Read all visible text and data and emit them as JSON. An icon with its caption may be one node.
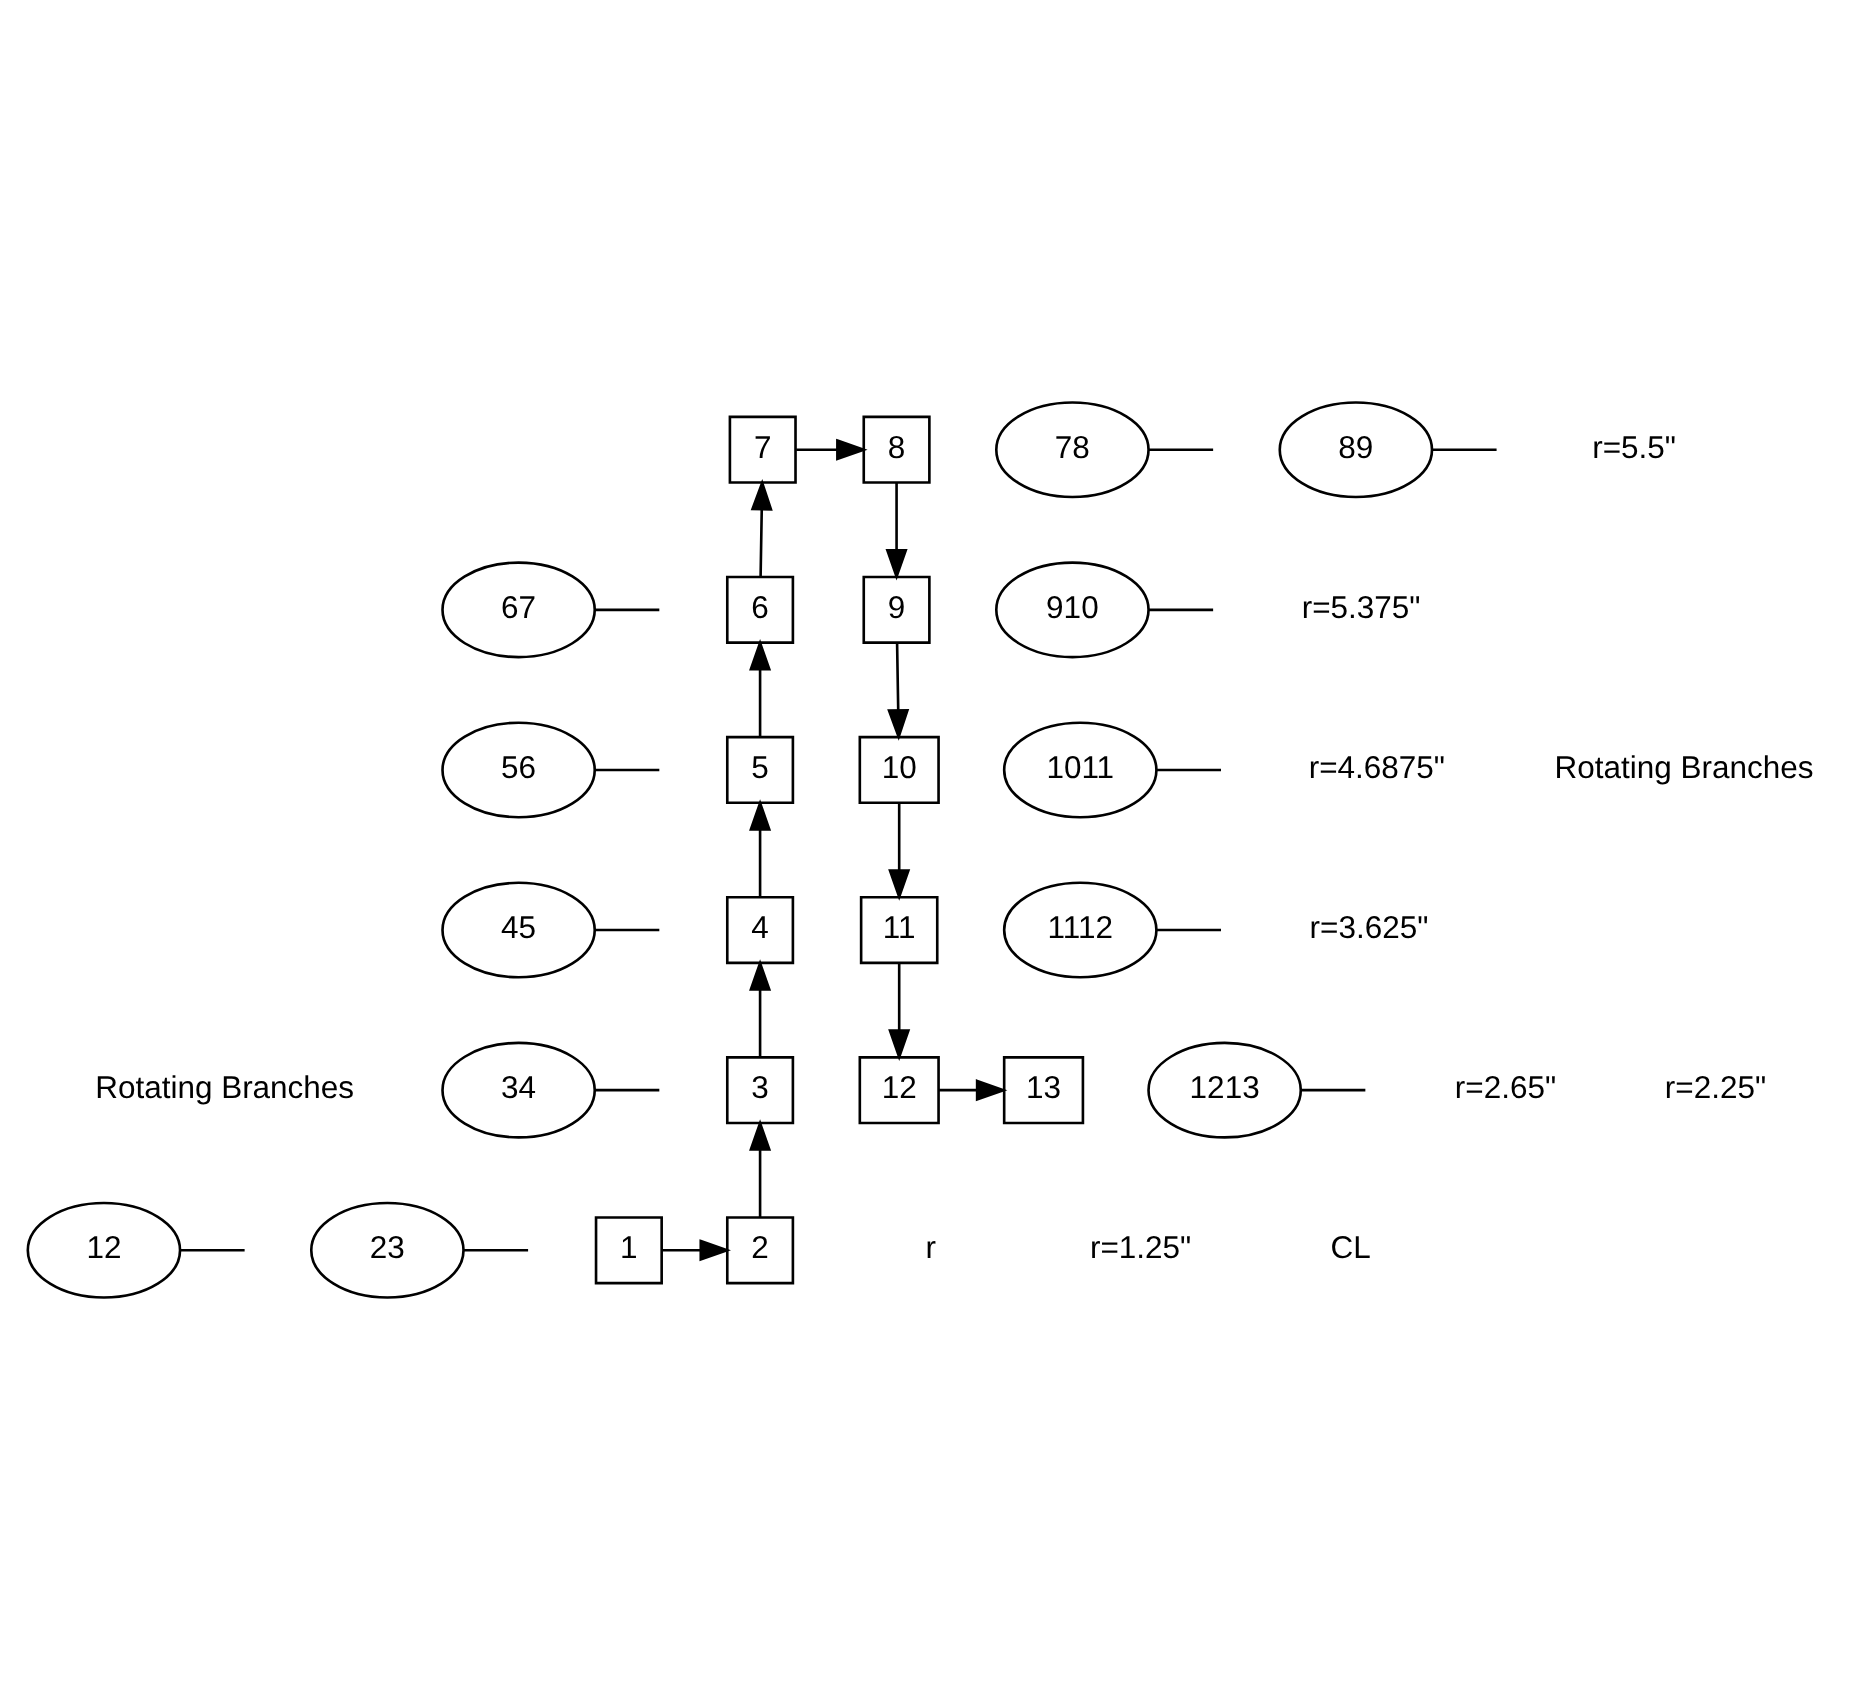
{
  "diagram": {
    "nodes": [
      {
        "text": [
          "1"
        ]
      },
      {
        "text": [
          "2"
        ]
      },
      {
        "text": [
          "3"
        ]
      },
      {
        "text": [
          "4"
        ]
      },
      {
        "text": [
          "5"
        ]
      },
      {
        "text": [
          "6"
        ]
      },
      {
        "text": [
          "7"
        ]
      },
      {
        "text": [
          "8"
        ]
      },
      {
        "text": [
          "9"
        ]
      },
      {
        "text": [
          "10"
        ]
      },
      {
        "text": [
          "11"
        ]
      },
      {
        "text": [
          "12"
        ]
      },
      {
        "text": [
          "13"
        ]
      },
      {
        "text": [
          "12"
        ]
      },
      {
        "text": [
          "23"
        ]
      },
      {
        "text": [
          "34"
        ]
      },
      {
        "text": [
          "45"
        ]
      },
      {
        "text": [
          "56"
        ]
      },
      {
        "text": [
          "67"
        ]
      },
      {
        "text": [
          "78"
        ]
      },
      {
        "text": [
          "89"
        ]
      },
      {
        "text": [
          "910"
        ]
      },
      {
        "text": [
          "1011"
        ]
      },
      {
        "text": [
          "1112"
        ]
      },
      {
        "text": [
          "1213"
        ]
      }
    ],
    "edges": [
      {
        "from": 0,
        "to": 1,
        "arrow": "to"
      },
      {
        "from": 1,
        "to": 2,
        "arrow": "to"
      },
      {
        "from": 2,
        "to": 3,
        "arrow": "to"
      },
      {
        "from": 3,
        "to": 4,
        "arrow": "to"
      },
      {
        "from": 4,
        "to": 5,
        "arrow": "to"
      },
      {
        "from": 5,
        "to": 6,
        "arrow": "to"
      },
      {
        "from": 6,
        "to": 7,
        "arrow": "to"
      },
      {
        "from": 7,
        "to": 8,
        "arrow": "to"
      },
      {
        "from": 8,
        "to": 9,
        "arrow": "to"
      },
      {
        "from": 9,
        "to": 10,
        "arrow": "to"
      },
      {
        "from": 10,
        "to": 11,
        "arrow": "to"
      },
      {
        "from": 11,
        "to": 12,
        "arrow": "to"
      },
      {
        "from": 13,
        "to": null,
        "arrow": "none"
      },
      {
        "from": 14,
        "to": null,
        "arrow": "none"
      },
      {
        "from": 15,
        "to": null,
        "arrow": "none"
      },
      {
        "from": 16,
        "to": null,
        "arrow": "none"
      },
      {
        "from": 17,
        "to": null,
        "arrow": "none"
      },
      {
        "from": 18,
        "to": null,
        "arrow": "none"
      },
      {
        "from": 19,
        "to": null,
        "arrow": "none"
      },
      {
        "from": 20,
        "to": null,
        "arrow": "none"
      },
      {
        "from": 21,
        "to": null,
        "arrow": "none"
      },
      {
        "from": 22,
        "to": null,
        "arrow": "none"
      },
      {
        "from": 23,
        "to": null,
        "arrow": "none"
      },
      {
        "from": 24,
        "to": null,
        "arrow": "none"
      }
    ],
    "labels": [
      "r=5.5\"",
      "r=5.375\"",
      "Rotating Branches",
      "r=4.6875\"",
      "Rotating Branches",
      "r=3.625\"",
      "r=2.65\"",
      "r=2.25\"",
      "r",
      "r=1.25\"",
      "CL"
    ]
  }
}
